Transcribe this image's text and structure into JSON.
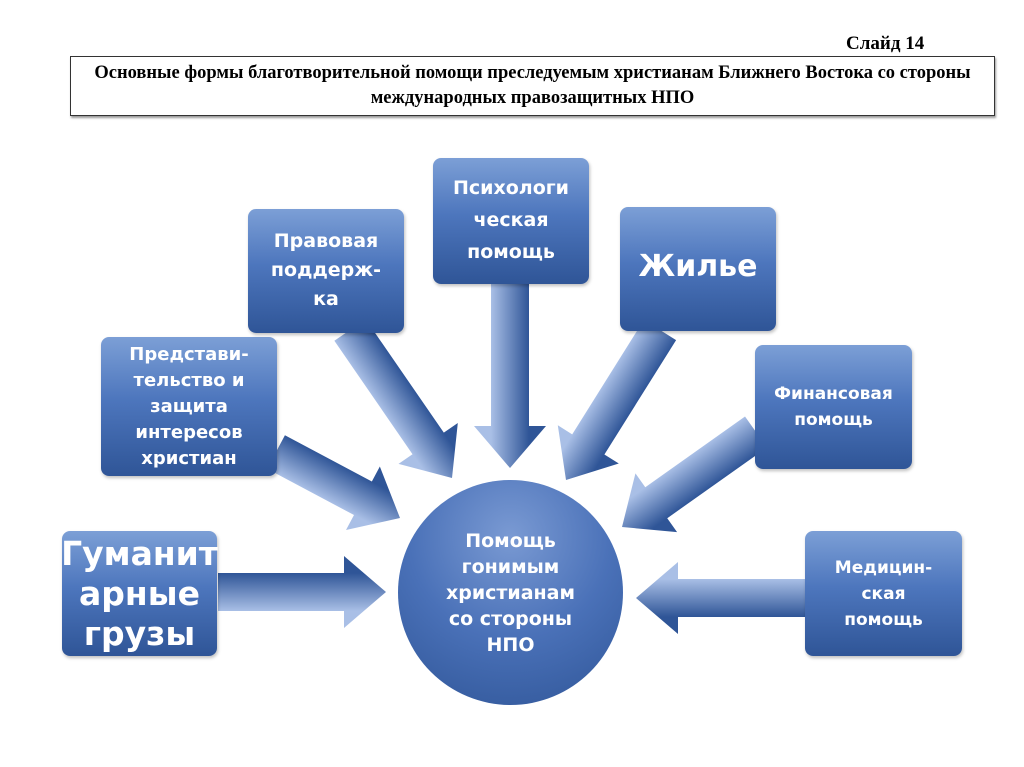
{
  "slide_label": "Слайд 14",
  "title": "Основные формы благотворительной помощи преследуемым христианам Ближнего Востока со стороны международных правозащитных НПО",
  "center": "Помощь\nгонимым\nхристианам\nсо стороны\nНПО",
  "boxes": {
    "humanitarian": "Гуманит\nарные\nгрузы",
    "representation": "Представи-\nтельство и\nзащита\nинтересов\nхристиан",
    "legal": "Правовая\nподдерж-\nка",
    "psychological": "Психологи\nческая\nпомощь",
    "housing": "Жилье",
    "financial": "Финансовая\nпомощь",
    "medical": "Медицин-\nская\nпомощь"
  },
  "colors": {
    "box_top": "#7c9fd6",
    "box_bottom": "#2f5597",
    "arrow_light": "#2f5597",
    "arrow_dark": "#a9bfe6"
  }
}
